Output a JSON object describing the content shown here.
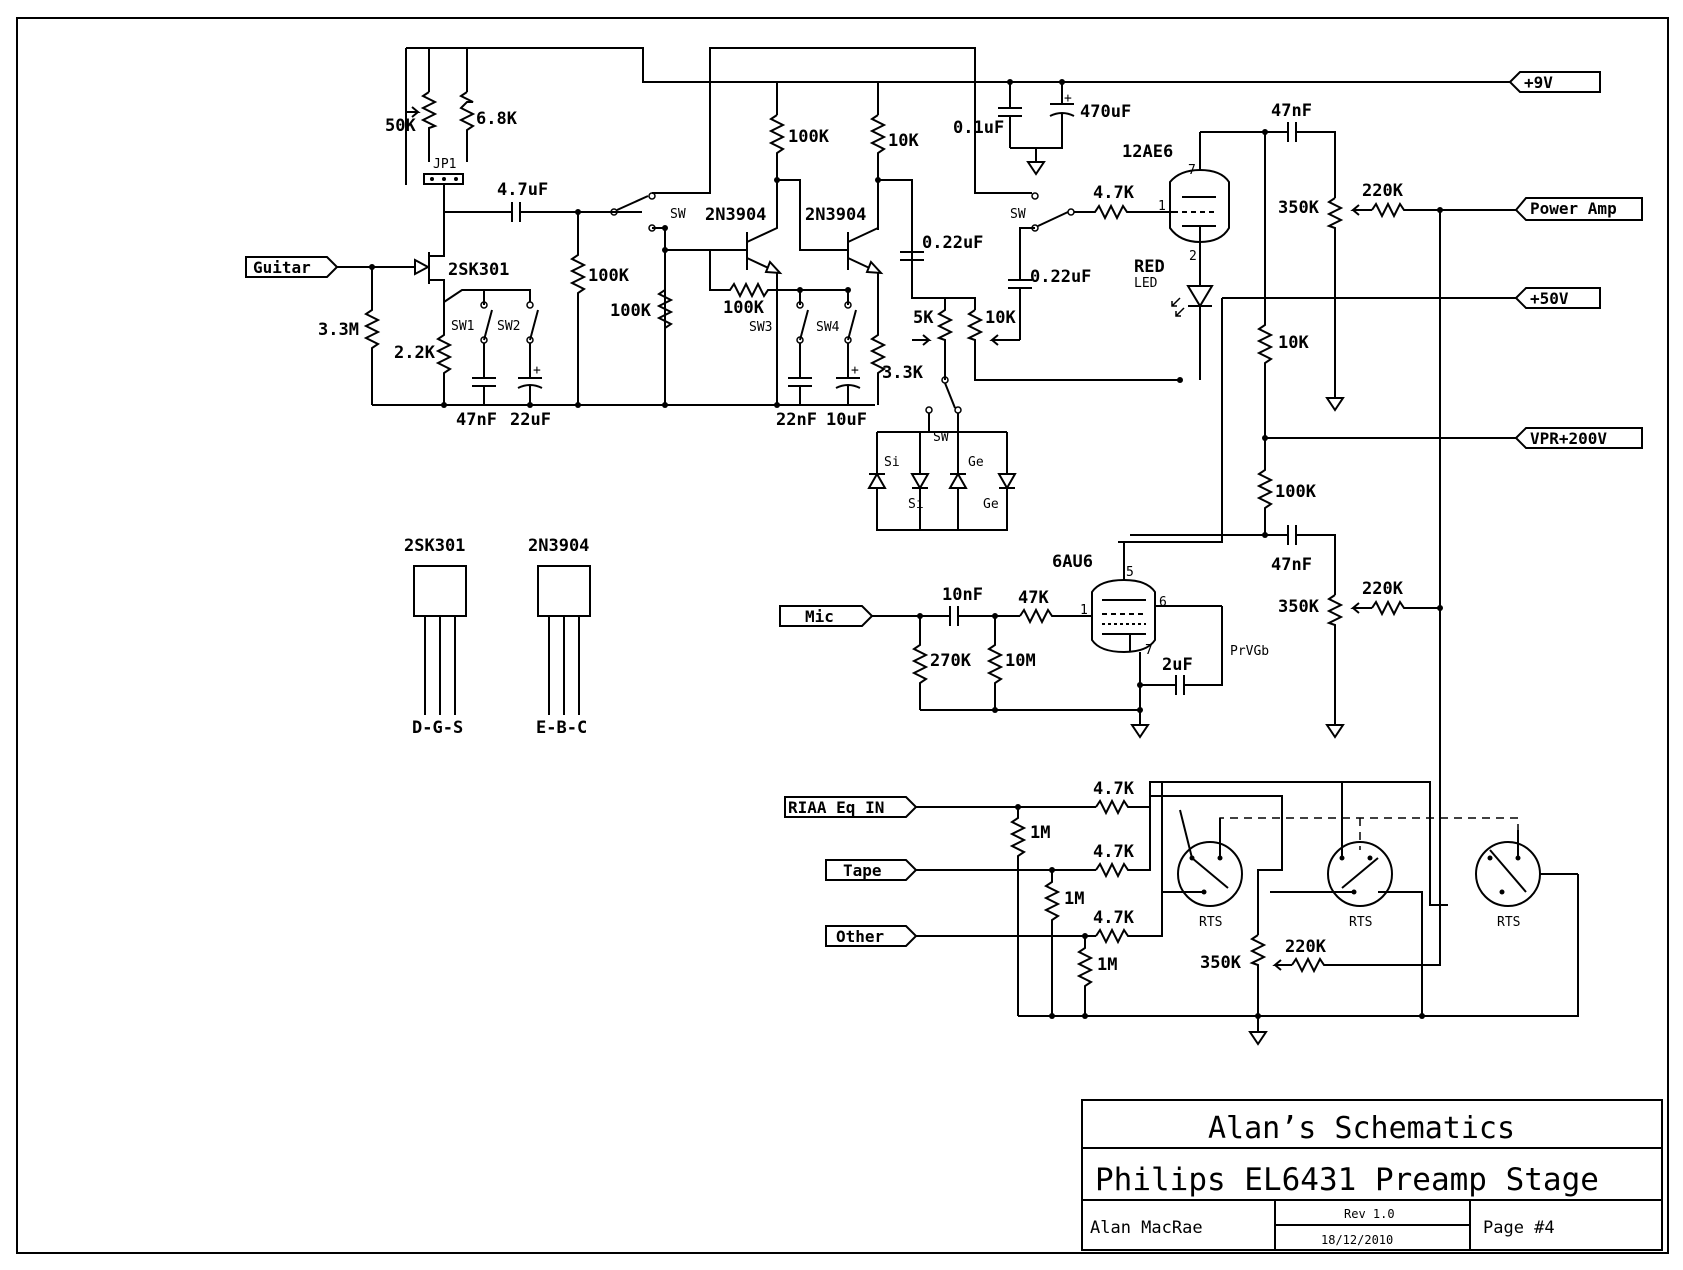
{
  "title_block": {
    "company": "Alan’s Schematics",
    "title": "Philips EL6431 Preamp Stage",
    "author": "Alan MacRae",
    "rev": "Rev 1.0",
    "date": "18/12/2010",
    "page": "Page #4"
  },
  "ports": {
    "plus9v": "+9V",
    "power_amp": "Power Amp",
    "plus50v": "+50V",
    "vpr200v": "VPR+200V",
    "guitar": "Guitar",
    "mic": "Mic",
    "riaa": "RIAA Eq IN",
    "tape": "Tape",
    "other": "Other"
  },
  "labels": {
    "r50k": "50K",
    "r6k8": "6.8K",
    "jp1": "JP1",
    "c4u7": "4.7uF",
    "q2sk301": "2SK301",
    "r3m3": "3.3M",
    "r2k2": "2.2K",
    "sw1": "SW1",
    "sw2": "SW2",
    "c47n_a": "47nF",
    "c22u": "22uF",
    "r100k_a": "100K",
    "r100k_b": "100K",
    "sw_a": "SW",
    "q2n3904_a": "2N3904",
    "q2n3904_b": "2N3904",
    "r100k_c": "100K",
    "r10k_a": "10K",
    "r100k_d": "100K",
    "sw3": "SW3",
    "sw4": "SW4",
    "c22n": "22nF",
    "c10u": "10uF",
    "r3k3": "3.3K",
    "c220n_a": "0.22uF",
    "c220n_b": "0.22uF",
    "p5k": "5K",
    "p10k": "10K",
    "sw_b": "SW",
    "sw_c": "SW",
    "si1": "Si",
    "si2": "Si",
    "ge1": "Ge",
    "ge2": "Ge",
    "c100n": "0.1uF",
    "c470u": "470uF",
    "t12ae6": "12AE6",
    "r4k7_a": "4.7K",
    "pin7_a": "7",
    "pin1_a": "1",
    "pin2_a": "2",
    "led_red": "RED",
    "led_led": "LED",
    "c47n_b": "47nF",
    "p350k_a": "350K",
    "r220k_a": "220K",
    "r10k_b": "10K",
    "r100k_e": "100K",
    "c47n_c": "47nF",
    "t6au6": "6AU6",
    "pin5_b": "5",
    "pin6_b": "6",
    "pin1_b": "1",
    "pin7_b": "7",
    "c10n": "10nF",
    "r47k": "47K",
    "r270k": "270K",
    "r10m": "10M",
    "c2u": "2uF",
    "prvgb": "PrVGb",
    "p350k_b": "350K",
    "r220k_b": "220K",
    "r4k7_b": "4.7K",
    "r4k7_c": "4.7K",
    "r4k7_d": "4.7K",
    "r1m_a": "1M",
    "r1m_b": "1M",
    "r1m_c": "1M",
    "rts1": "RTS",
    "rts2": "RTS",
    "rts3": "RTS",
    "p350k_c": "350K",
    "r220k_c": "220K",
    "pkg_a": "2SK301",
    "pkg_b": "2N3904",
    "pins_a": "D-G-S",
    "pins_b": "E-B-C"
  }
}
